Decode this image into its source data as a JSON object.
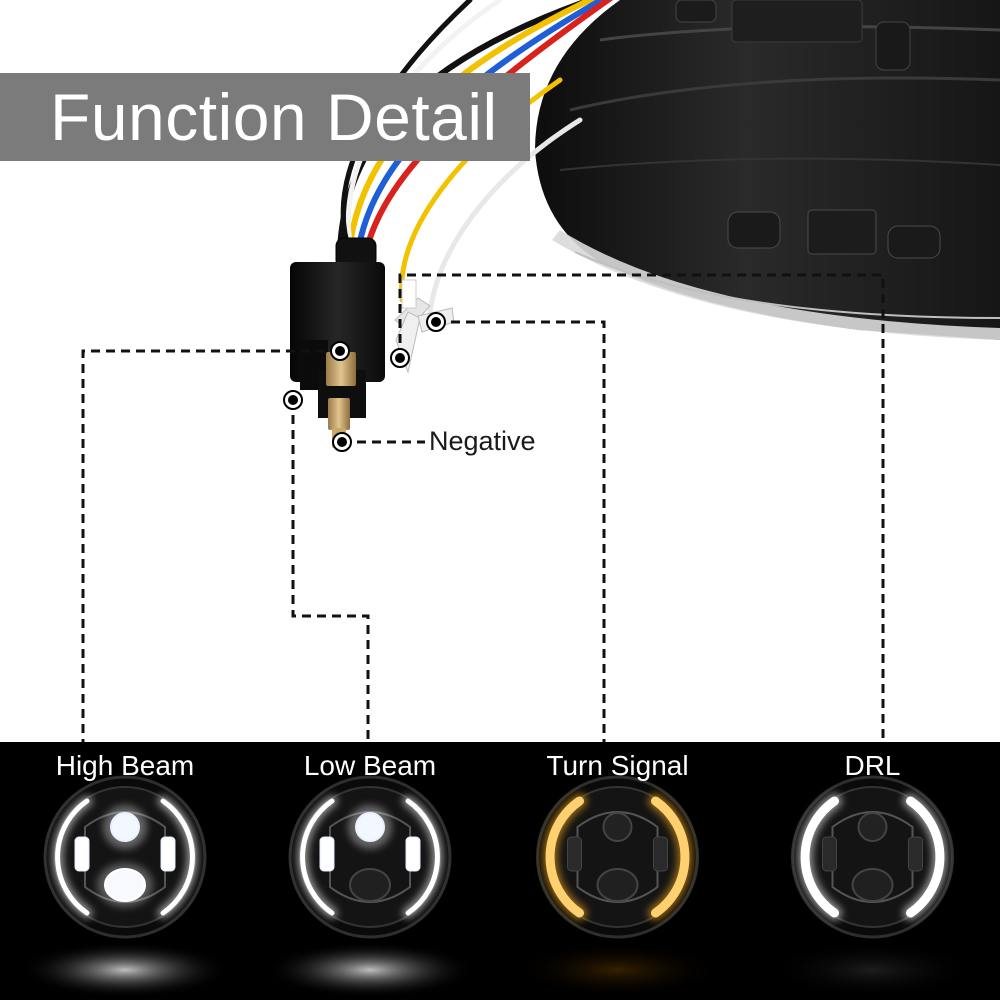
{
  "title": "Function Detail",
  "negative_label": "Negative",
  "modes": [
    {
      "label": "High Beam",
      "ring_color": "#ffffff",
      "beam": "high"
    },
    {
      "label": "Low Beam",
      "ring_color": "#ffffff",
      "beam": "low"
    },
    {
      "label": "Turn Signal",
      "ring_color": "#ffb020",
      "beam": "off"
    },
    {
      "label": "DRL",
      "ring_color": "#ffffff",
      "beam": "off"
    }
  ],
  "wire_colors": {
    "yellow": "#f2c200",
    "blue": "#1f5fd6",
    "red": "#d9211e",
    "white": "#f2f2f2",
    "black": "#111111"
  }
}
